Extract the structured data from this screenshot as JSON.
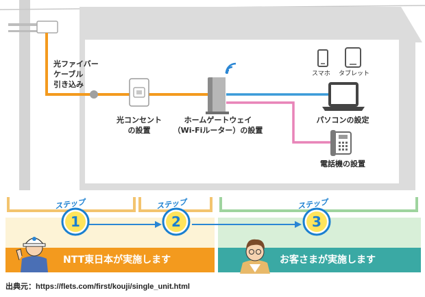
{
  "labels": {
    "fiber_line1": "光ファイバー",
    "fiber_line2": "ケーブル",
    "fiber_line3": "引き込み",
    "outlet_line1": "光コンセント",
    "outlet_line2": "の設置",
    "gateway_line1": "ホームゲートウェイ",
    "gateway_line2": "（Wi-Fiルーター）の設置",
    "smartphone": "スマホ",
    "tablet": "タブレット",
    "pc": "パソコンの設定",
    "phone": "電話機の設置"
  },
  "steps": {
    "tag": "ステップ",
    "items": [
      {
        "number": "1"
      },
      {
        "number": "2"
      },
      {
        "number": "3"
      }
    ]
  },
  "bands": {
    "ntt": "NTT東日本が実施します",
    "customer": "お客さまが実施します"
  },
  "source": "出典元：https://flets.com/first/kouji/single_unit.html",
  "colors": {
    "fiber": "#f39a1e",
    "lan_blue": "#3a9ad9",
    "tel_pink": "#e884b8",
    "house": "#dcdcdc",
    "ntt_band": "#f39a1e",
    "customer_band": "#3aa9a4",
    "ntt_bg": "#fdf3d6",
    "customer_bg": "#d8efd8",
    "step_circle": "#1a7fd0"
  }
}
